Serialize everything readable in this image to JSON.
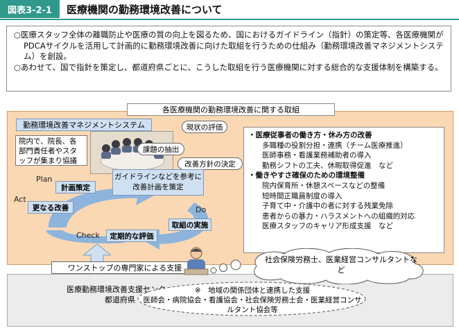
{
  "header": {
    "figure_number": "図表3-2-1",
    "title": "医療機関の勤務環境改善について"
  },
  "intro": {
    "paragraph_1": "○医療スタッフ全体の離職防止や医療の質の向上を図るため、国におけるガイドライン（指針）の策定等、各医療機関がPDCAサイクルを活用して計画的に勤務環境改善に向けた取組を行うための仕組み（勤務環境改善マネジメントシステム）を創設。",
    "paragraph_2": "○あわせて、国で指針を策定し、都道府県ごとに、こうした取組を行う医療機関に対する総合的な支援体制を構築する。"
  },
  "diagram": {
    "outer_label": "各医療機関の勤務環境改善に関する取組",
    "mgmt_system_label": "勤務環境改善マネジメントシステム",
    "in_house_text": "院内で、院長、各部門責任者やスタッフが集まり協議",
    "bubble_current": "現状の評価",
    "bubble_issue": "課題の抽出",
    "bubble_policy": "改善方針の決定",
    "guideline_text": "ガイドラインなどを参考に改善計画を策定",
    "plan_word": "Plan",
    "do_word": "Do",
    "check_word": "Check",
    "act_word": "Act",
    "plan_item": "計画策定",
    "do_item": "取組の実施",
    "check_item": "定期的な評価",
    "act_item": "更なる改善",
    "measures": {
      "head_1": "・医療従事者の働き方・休み方の改善",
      "items_1": [
        "多職種の役割分担・連携（チーム医療推進）",
        "医師事務・看護業務補助者の導入",
        "勤務シフトの工夫、休暇取得促進　など"
      ],
      "head_2": "・働きやすさ確保のための環境整備",
      "items_2": [
        "院内保育所・休憩スペースなどの整備",
        "短時間正職員制度の導入",
        "子育て中・介護中の者に対する残業免除",
        "患者からの暴力・ハラスメントへの組織的対応",
        "医療スタッフのキャリア形成支援　など"
      ]
    }
  },
  "support": {
    "one_stop_label": "ワンストップの専門家による支援",
    "center_name": "医療勤務環境改善支援センター",
    "prefecture": "都道府県",
    "consultants_cloud": "社会保険労務士、医業経営コンサルタントなど",
    "note_line_1": "※　地域の関係団体と連携した支援",
    "note_line_2": "医師会・病院協会・看護協会・社会保険労務士会・医業経営コンサルタント協会等"
  },
  "colors": {
    "accent_teal": "#2f9a8c",
    "frame_orange": "#fbd8b4",
    "label_blue": "#cfe0f2",
    "arrow_blue": "#7fb0e0"
  }
}
